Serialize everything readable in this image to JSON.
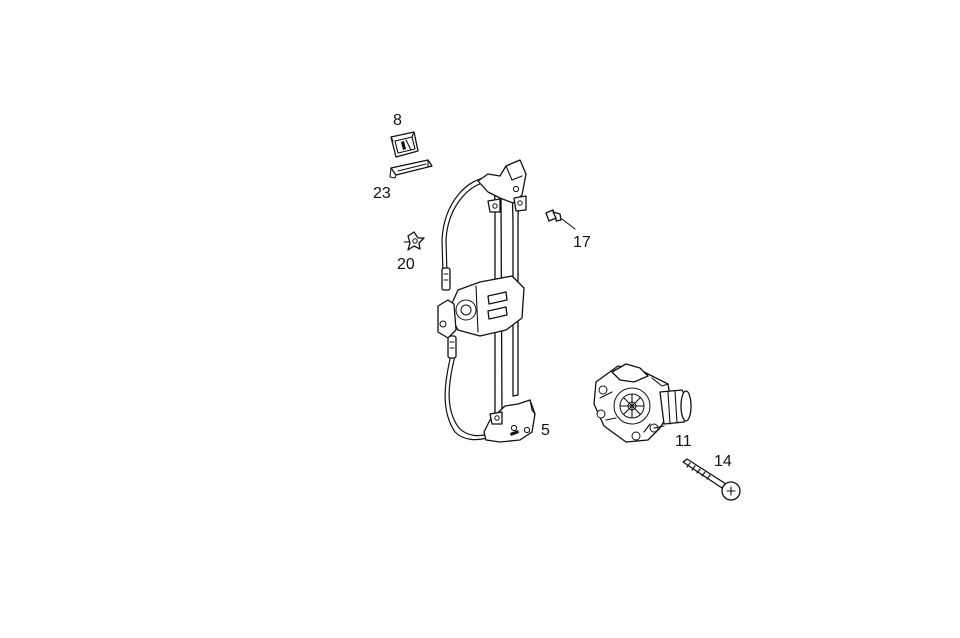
{
  "diagram": {
    "parts": [
      {
        "id": "part-8",
        "callout": "8"
      },
      {
        "id": "part-23",
        "callout": "23"
      },
      {
        "id": "part-20",
        "callout": "20"
      },
      {
        "id": "part-17",
        "callout": "17"
      },
      {
        "id": "part-5",
        "callout": "5"
      },
      {
        "id": "part-11",
        "callout": "11"
      },
      {
        "id": "part-14",
        "callout": "14"
      }
    ]
  }
}
